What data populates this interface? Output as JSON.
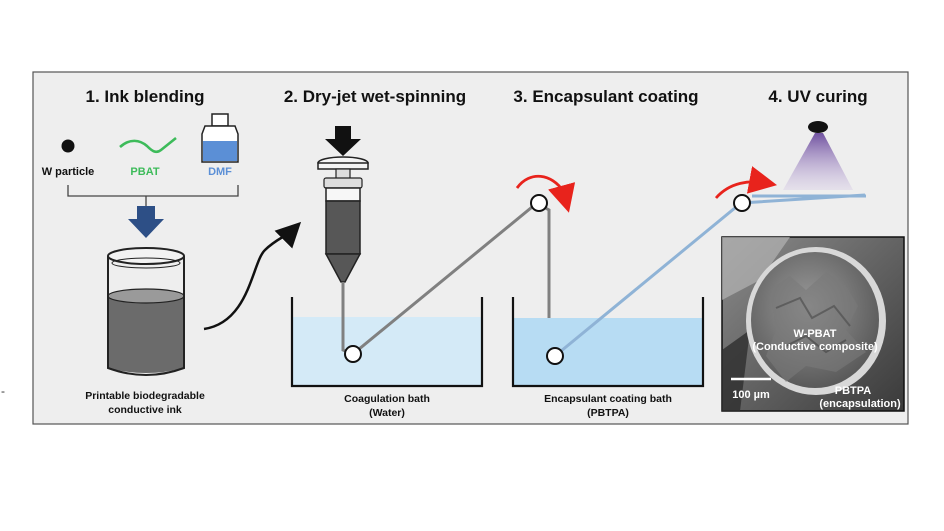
{
  "steps": [
    {
      "label": "1. Ink blending"
    },
    {
      "label": "2. Dry-jet wet-spinning"
    },
    {
      "label": "3. Encapsulant coating"
    },
    {
      "label": "4. UV curing"
    }
  ],
  "ink": {
    "particle_label": "W particle",
    "polymer_label": "PBAT",
    "solvent_label": "DMF",
    "result_line1": "Printable biodegradable",
    "result_line2": "conductive ink"
  },
  "baths": {
    "coagulation_line1": "Coagulation bath",
    "coagulation_line2": "(Water)",
    "encapsulant_line1": "Encapsulant coating bath",
    "encapsulant_line2": "(PBTPA)"
  },
  "sem": {
    "core_line1": "W-PBAT",
    "core_line2": "(Conductive composite)",
    "shell_line1": "PBTPA",
    "shell_line2": "(encapsulation)",
    "scale_bar": "100 µm"
  },
  "stray_mark": "-",
  "colors": {
    "panel_bg": "#eeeeee",
    "pbat_green": "#3dbb5a",
    "dmf_blue": "#5b8fd6",
    "arrow_navy": "#2d4f86",
    "water_blue": "#d4eaf7",
    "coating_blue": "#b7dcf3",
    "fiber_gray": "#808080",
    "coated_fiber_blue": "#8fb3d6",
    "red_arrow": "#e8231c",
    "uv_purple": "#7b5ea8"
  }
}
